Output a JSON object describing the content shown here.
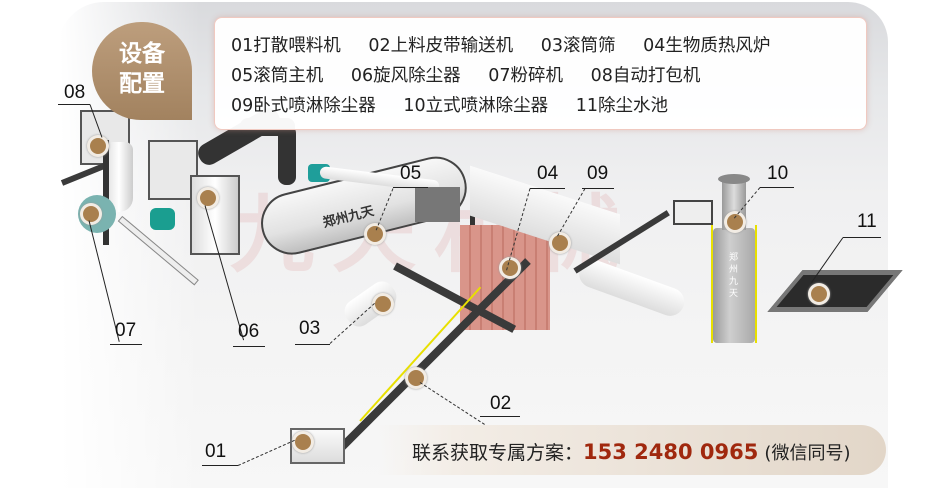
{
  "badge": {
    "line1": "设备",
    "line2": "配置",
    "color": "#b09170"
  },
  "legend": {
    "rows": [
      [
        "01打散喂料机",
        "02上料皮带输送机",
        "03滚筒筛",
        "04生物质热风炉"
      ],
      [
        "05滚筒主机",
        "06旋风除尘器",
        "07粉碎机",
        "08自动打包机"
      ],
      [
        "09卧式喷淋除尘器",
        "10立式喷淋除尘器",
        "11除尘水池"
      ]
    ]
  },
  "watermark": "九天机械",
  "drum_brand": "郑州九天",
  "tower_brand": "郑州九天",
  "callouts": [
    {
      "id": "01",
      "label": "01"
    },
    {
      "id": "02",
      "label": "02"
    },
    {
      "id": "03",
      "label": "03"
    },
    {
      "id": "04",
      "label": "04"
    },
    {
      "id": "05",
      "label": "05"
    },
    {
      "id": "06",
      "label": "06"
    },
    {
      "id": "07",
      "label": "07"
    },
    {
      "id": "08",
      "label": "08"
    },
    {
      "id": "09",
      "label": "09"
    },
    {
      "id": "10",
      "label": "10"
    },
    {
      "id": "11",
      "label": "11"
    }
  ],
  "contact": {
    "prefix": "联系获取专属方案：",
    "phone": "153 2480 0965",
    "note": "(微信同号)",
    "phone_color": "#a0280e"
  }
}
